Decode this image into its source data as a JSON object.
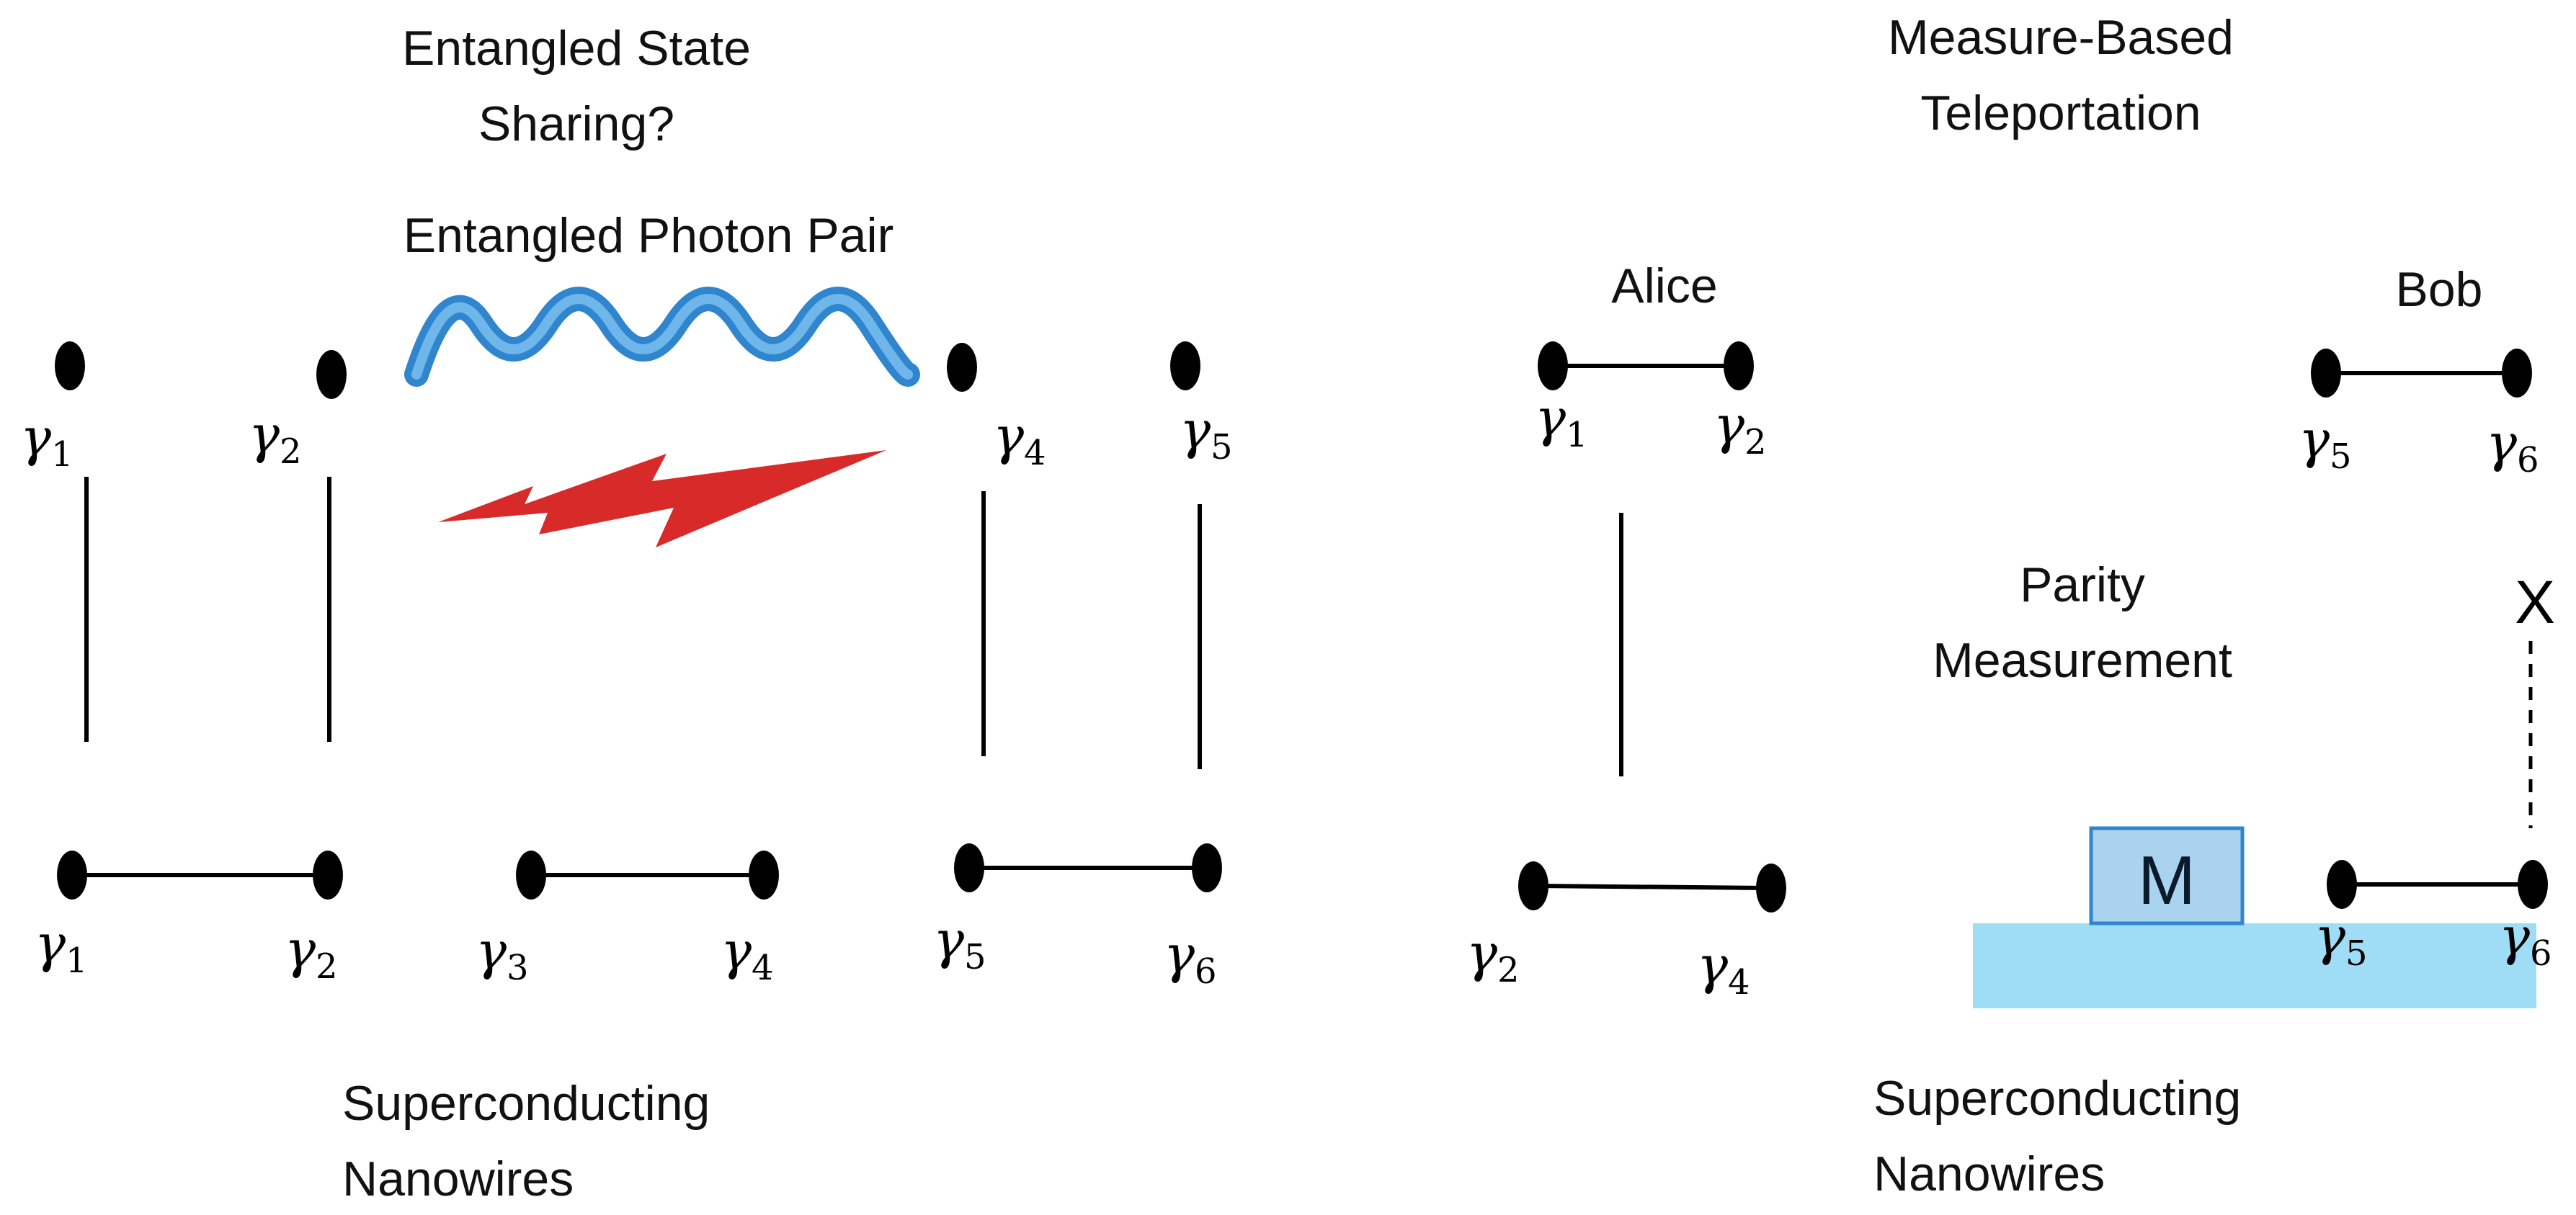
{
  "left_panel": {
    "title_line1": "Entangled State",
    "title_line2": "Sharing?",
    "photon_pair_label": "Entangled Photon Pair",
    "bottom_label_line1": "Superconducting",
    "bottom_label_line2": "Nanowires",
    "top_dot_labels": [
      {
        "symbol": "γ",
        "sub": "1"
      },
      {
        "symbol": "γ",
        "sub": "2"
      },
      {
        "symbol": "γ",
        "sub": "4"
      },
      {
        "symbol": "γ",
        "sub": "5"
      }
    ],
    "bottom_dot_labels": [
      {
        "symbol": "γ",
        "sub": "1"
      },
      {
        "symbol": "γ",
        "sub": "2"
      },
      {
        "symbol": "γ",
        "sub": "3"
      },
      {
        "symbol": "γ",
        "sub": "4"
      },
      {
        "symbol": "γ",
        "sub": "5"
      },
      {
        "symbol": "γ",
        "sub": "6"
      }
    ]
  },
  "right_panel": {
    "title_line1": "Measure-Based",
    "title_line2": "Teleportation",
    "alice_label": "Alice",
    "bob_label": "Bob",
    "parity_line1": "Parity",
    "parity_line2": "Measurement",
    "measure_box_label": "M",
    "x_marker": "X",
    "bottom_label_line1": "Superconducting",
    "bottom_label_line2": "Nanowires",
    "alice_dot_labels": [
      {
        "symbol": "γ",
        "sub": "1"
      },
      {
        "symbol": "γ",
        "sub": "2"
      }
    ],
    "alice_bottom_dot_labels": [
      {
        "symbol": "γ",
        "sub": "2"
      },
      {
        "symbol": "γ",
        "sub": "4"
      }
    ],
    "bob_dot_labels": [
      {
        "symbol": "γ",
        "sub": "5"
      },
      {
        "symbol": "γ",
        "sub": "6"
      }
    ],
    "measured_dot_labels": [
      {
        "symbol": "γ",
        "sub": "5"
      },
      {
        "symbol": "γ",
        "sub": "6"
      }
    ]
  },
  "colors": {
    "wave": "#2f86cf",
    "wave_light": "#6fb7ea",
    "lightning": "#d92a2a",
    "measure_box": "#a9d3ef",
    "measure_box_border": "#2f86cf",
    "nanowire_bar": "#9fdcf6",
    "dot": "#000000",
    "line": "#000000"
  }
}
